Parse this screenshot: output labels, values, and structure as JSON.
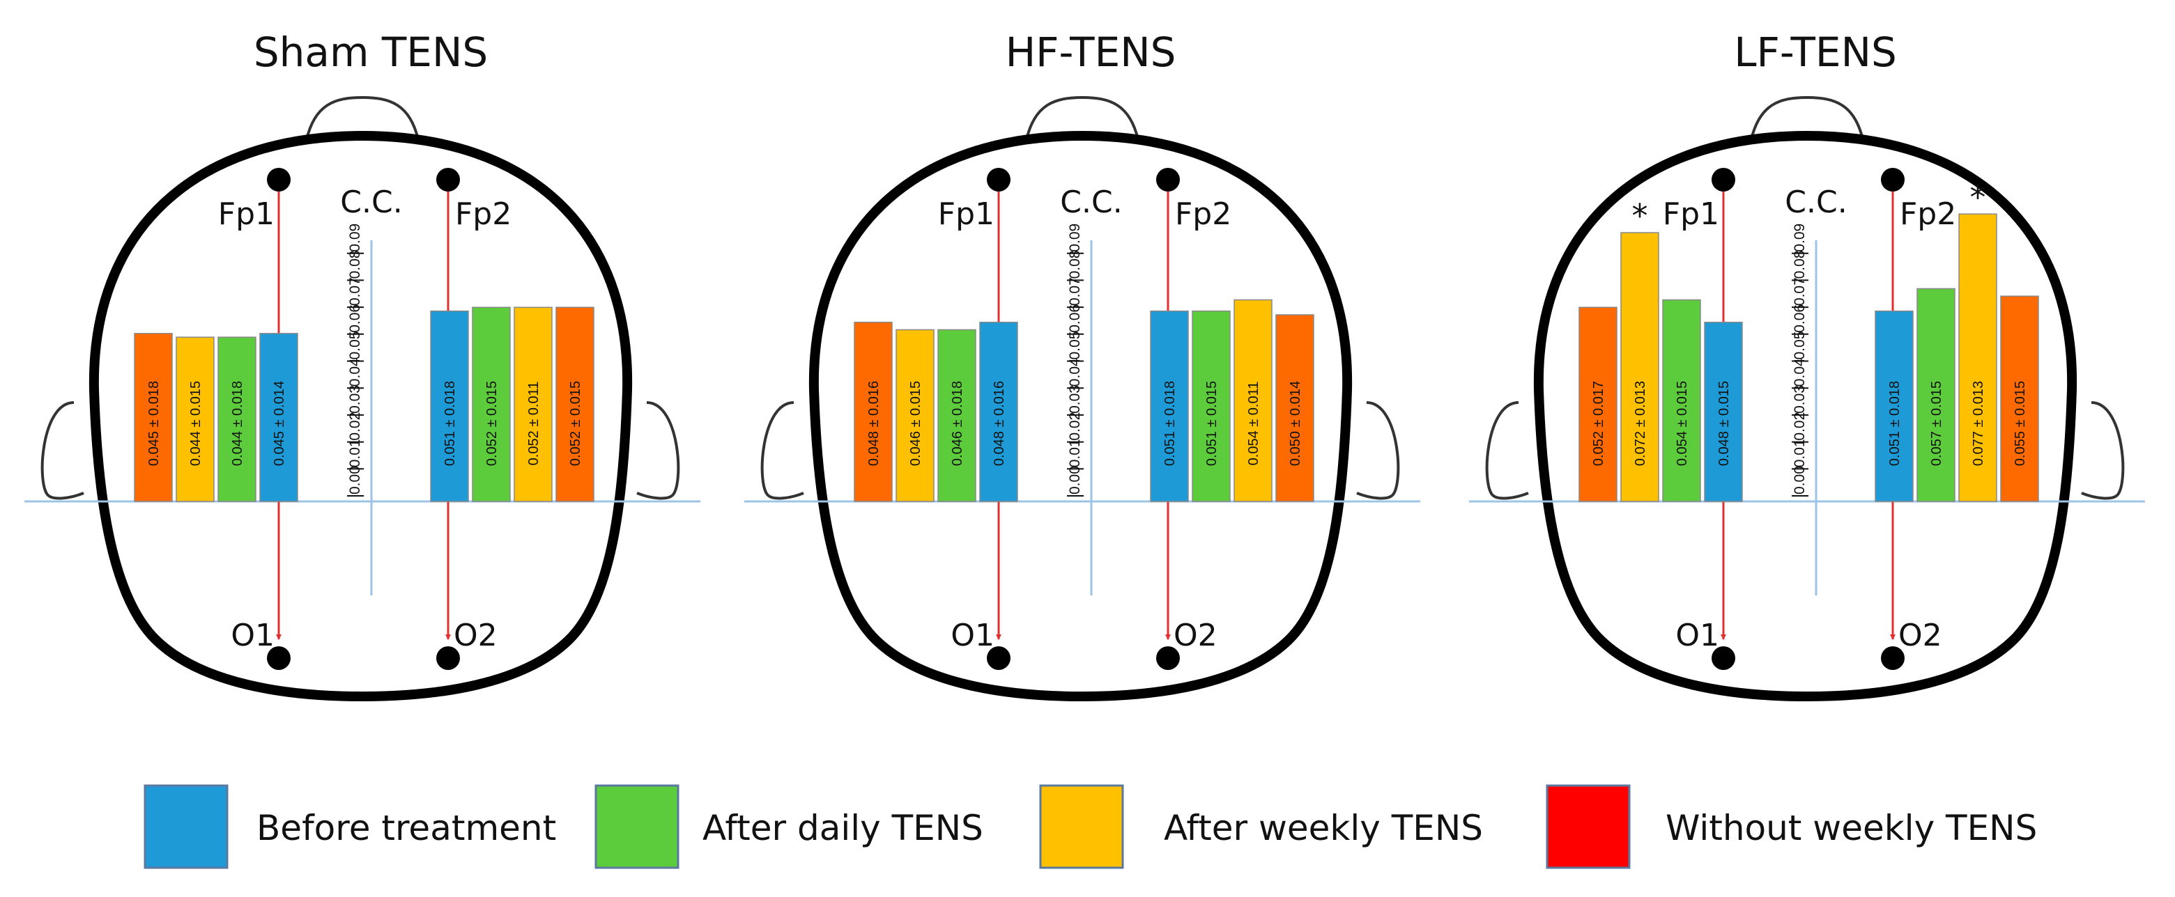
{
  "colors": {
    "before": "#1e9ad6",
    "daily": "#5dcc3c",
    "weekly": "#ffc000",
    "without": "#ff6a00",
    "without_legend": "#ff0000",
    "axis": "#9dc3e6",
    "arrow": "#e03030",
    "head": "#000000"
  },
  "axis_title": "C.C.",
  "electrodes": {
    "fp1": "Fp1",
    "fp2": "Fp2",
    "o1": "O1",
    "o2": "O2"
  },
  "legend": [
    {
      "key": "before",
      "label": "Before treatment"
    },
    {
      "key": "daily",
      "label": "After daily TENS"
    },
    {
      "key": "weekly",
      "label": "After weekly TENS"
    },
    {
      "key": "without",
      "label": "Without weekly TENS"
    }
  ],
  "chart_data": [
    {
      "type": "bar",
      "title": "Sham TENS",
      "ylabel": "C.C.",
      "ylim": [
        0,
        0.09
      ],
      "yticks": [
        "0.00",
        "0.01",
        "0.02",
        "0.03",
        "0.04",
        "0.05",
        "0.06",
        "0.07",
        "0.08",
        "0.09"
      ],
      "groups": [
        {
          "name": "Fp1-O1",
          "bars": [
            {
              "key": "without",
              "value": 0.045,
              "label": "0.045 ± 0.018"
            },
            {
              "key": "weekly",
              "value": 0.044,
              "label": "0.044 ± 0.015"
            },
            {
              "key": "daily",
              "value": 0.044,
              "label": "0.044 ± 0.018"
            },
            {
              "key": "before",
              "value": 0.045,
              "label": "0.045 ± 0.014"
            }
          ]
        },
        {
          "name": "Fp2-O2",
          "bars": [
            {
              "key": "before",
              "value": 0.051,
              "label": "0.051 ± 0.018"
            },
            {
              "key": "daily",
              "value": 0.052,
              "label": "0.052 ± 0.015"
            },
            {
              "key": "weekly",
              "value": 0.052,
              "label": "0.052 ± 0.011"
            },
            {
              "key": "without",
              "value": 0.052,
              "label": "0.052 ± 0.015"
            }
          ]
        }
      ]
    },
    {
      "type": "bar",
      "title": "HF-TENS",
      "ylabel": "C.C.",
      "ylim": [
        0,
        0.09
      ],
      "yticks": [
        "0.00",
        "0.01",
        "0.02",
        "0.03",
        "0.04",
        "0.05",
        "0.06",
        "0.07",
        "0.08",
        "0.09"
      ],
      "groups": [
        {
          "name": "Fp1-O1",
          "bars": [
            {
              "key": "without",
              "value": 0.048,
              "label": "0.048 ± 0.016"
            },
            {
              "key": "weekly",
              "value": 0.046,
              "label": "0.046 ± 0.015"
            },
            {
              "key": "daily",
              "value": 0.046,
              "label": "0.046 ± 0.018"
            },
            {
              "key": "before",
              "value": 0.048,
              "label": "0.048 ± 0.016"
            }
          ]
        },
        {
          "name": "Fp2-O2",
          "bars": [
            {
              "key": "before",
              "value": 0.051,
              "label": "0.051 ± 0.018"
            },
            {
              "key": "daily",
              "value": 0.051,
              "label": "0.051 ± 0.015"
            },
            {
              "key": "weekly",
              "value": 0.054,
              "label": "0.054 ± 0.011"
            },
            {
              "key": "without",
              "value": 0.05,
              "label": "0.050 ± 0.014"
            }
          ]
        }
      ]
    },
    {
      "type": "bar",
      "title": "LF-TENS",
      "ylabel": "C.C.",
      "ylim": [
        0,
        0.09
      ],
      "yticks": [
        "0.00",
        "0.01",
        "0.02",
        "0.03",
        "0.04",
        "0.05",
        "0.06",
        "0.07",
        "0.08",
        "0.09"
      ],
      "groups": [
        {
          "name": "Fp1-O1",
          "bars": [
            {
              "key": "without",
              "value": 0.052,
              "label": "0.052 ± 0.017"
            },
            {
              "key": "weekly",
              "value": 0.072,
              "label": "0.072 ± 0.013",
              "marker": "*"
            },
            {
              "key": "daily",
              "value": 0.054,
              "label": "0.054 ± 0.015"
            },
            {
              "key": "before",
              "value": 0.048,
              "label": "0.048 ± 0.015"
            }
          ]
        },
        {
          "name": "Fp2-O2",
          "bars": [
            {
              "key": "before",
              "value": 0.051,
              "label": "0.051 ± 0.018"
            },
            {
              "key": "daily",
              "value": 0.057,
              "label": "0.057 ± 0.015"
            },
            {
              "key": "weekly",
              "value": 0.077,
              "label": "0.077 ± 0.013",
              "marker": "*"
            },
            {
              "key": "without",
              "value": 0.055,
              "label": "0.055 ± 0.015"
            }
          ]
        }
      ]
    }
  ]
}
